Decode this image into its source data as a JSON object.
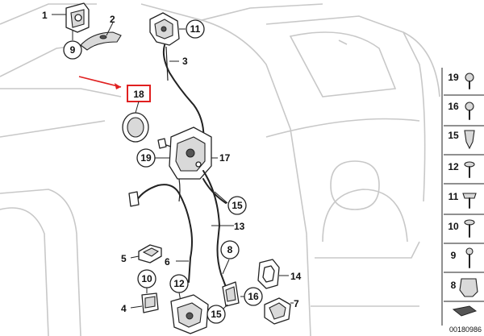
{
  "callouts": {
    "c1": "1",
    "c2": "2",
    "c3": "3",
    "c4": "4",
    "c5": "5",
    "c6": "6",
    "c7": "7",
    "c8": "8",
    "c9": "9",
    "c10": "10",
    "c11": "11",
    "c12": "12",
    "c13": "13",
    "c14": "14",
    "c15a": "15",
    "c15b": "15",
    "c16": "16",
    "c17": "17",
    "c18": "18",
    "c19": "19"
  },
  "legend": {
    "items": [
      "19",
      "16",
      "15",
      "12",
      "11",
      "10",
      "9",
      "8"
    ]
  },
  "document_number": "00180986",
  "highlight_color": "#e02020"
}
